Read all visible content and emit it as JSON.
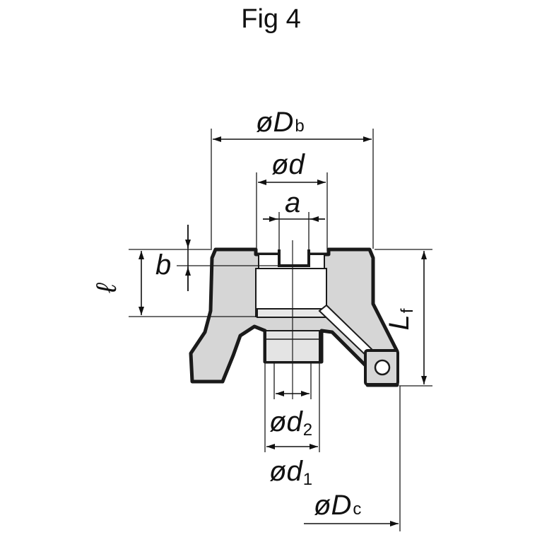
{
  "figure": {
    "title": "Fig 4"
  },
  "dimensions": {
    "Db": {
      "prefix": "ø",
      "symbol": "D",
      "sub": "b"
    },
    "d": {
      "prefix": "ø",
      "symbol": "d",
      "sub": ""
    },
    "a": {
      "prefix": "",
      "symbol": "a",
      "sub": ""
    },
    "b": {
      "prefix": "",
      "symbol": "b",
      "sub": ""
    },
    "l": {
      "prefix": "",
      "symbol": "ℓ",
      "sub": ""
    },
    "Lf": {
      "prefix": "",
      "symbol": "L",
      "sub": "f"
    },
    "d2": {
      "prefix": "ø",
      "symbol": "d",
      "sub": "2"
    },
    "d1": {
      "prefix": "ø",
      "symbol": "d",
      "sub": "1"
    },
    "Dc": {
      "prefix": "ø",
      "symbol": "D",
      "sub": "c"
    }
  },
  "colors": {
    "body_fill": "#d6d6d6",
    "outline": "#1a1a1a",
    "background": "#ffffff"
  }
}
